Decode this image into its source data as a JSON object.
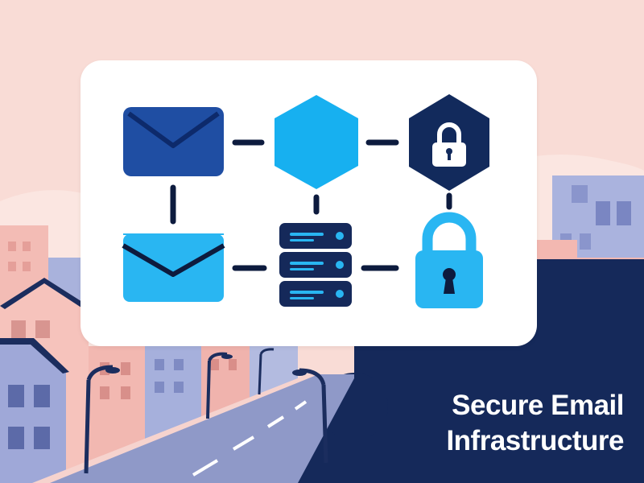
{
  "title": {
    "line1": "Secure Email",
    "line2": "Infrastructure"
  },
  "icons": [
    {
      "id": "mail-dark",
      "icon": "envelope-icon",
      "color": "#1f4ea3"
    },
    {
      "id": "hexagon-node",
      "icon": "hexagon-icon",
      "color": "#17b0f0"
    },
    {
      "id": "lock-hexagon",
      "icon": "padlock-hexagon-icon",
      "color": "#122a5c"
    },
    {
      "id": "mail-light",
      "icon": "open-envelope-icon",
      "color": "#29b6f2"
    },
    {
      "id": "server-stack",
      "icon": "server-icon",
      "color": "#15295a"
    },
    {
      "id": "lock-light",
      "icon": "padlock-icon",
      "color": "#29b6f2"
    }
  ],
  "colors": {
    "sky": "#f9dcd6",
    "navy": "#15295a",
    "road": "#8f99c8",
    "accent": "#29b6f2"
  }
}
